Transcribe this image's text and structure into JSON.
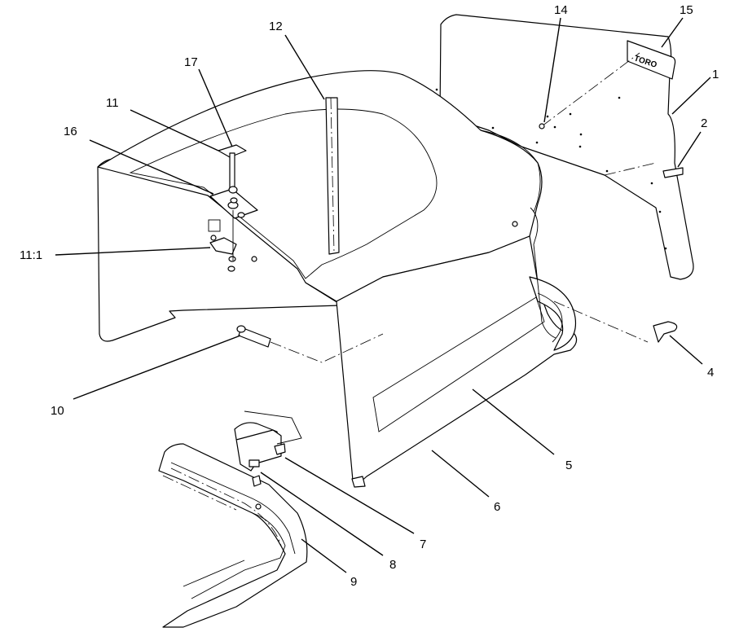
{
  "diagram": {
    "logo_text": "TORO",
    "callouts": [
      {
        "id": "c1",
        "label": "1"
      },
      {
        "id": "c2",
        "label": "2"
      },
      {
        "id": "c4",
        "label": "4"
      },
      {
        "id": "c5",
        "label": "5"
      },
      {
        "id": "c6",
        "label": "6"
      },
      {
        "id": "c7",
        "label": "7"
      },
      {
        "id": "c8",
        "label": "8"
      },
      {
        "id": "c9",
        "label": "9"
      },
      {
        "id": "c10",
        "label": "10"
      },
      {
        "id": "c11",
        "label": "11"
      },
      {
        "id": "c11_1",
        "label": "11:1"
      },
      {
        "id": "c12",
        "label": "12"
      },
      {
        "id": "c14",
        "label": "14"
      },
      {
        "id": "c15",
        "label": "15"
      },
      {
        "id": "c16",
        "label": "16"
      },
      {
        "id": "c17",
        "label": "17"
      }
    ]
  }
}
